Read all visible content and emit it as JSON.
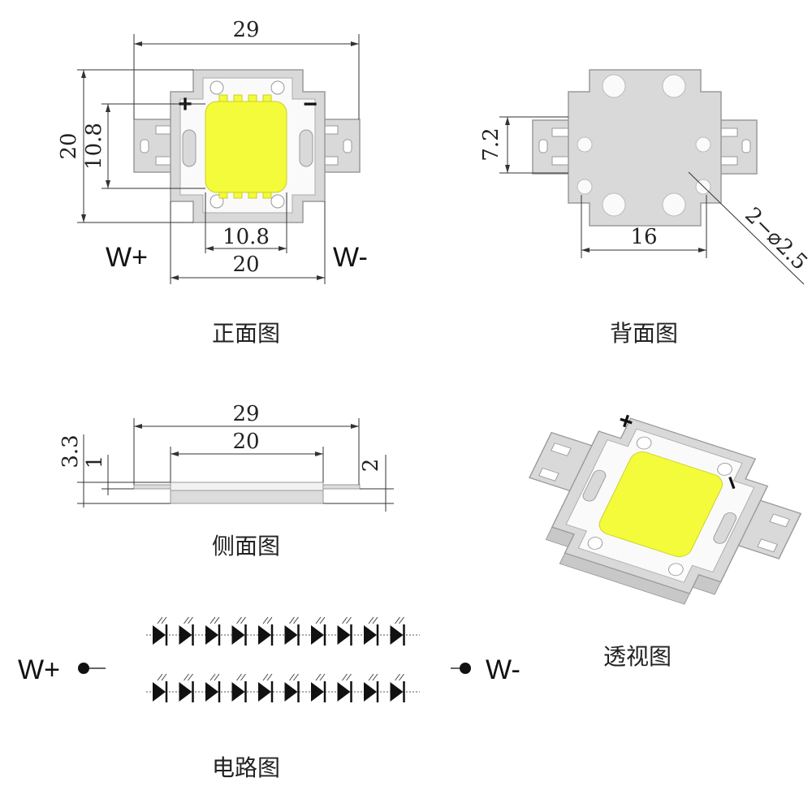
{
  "front_view": {
    "caption": "正面图",
    "dim_width_total": "29",
    "dim_height_total": "20",
    "dim_chip_height": "10.8",
    "dim_chip_width": "10.8",
    "dim_body_width": "20",
    "label_positive": "W+",
    "label_negative": "W-",
    "sign_plus": "+",
    "sign_minus": "−"
  },
  "back_view": {
    "caption": "背面图",
    "dim_hole_offset": "7.2",
    "dim_hole_spacing": "16",
    "dim_hole_spec": "2−⌀2.5"
  },
  "side_view": {
    "caption": "侧面图",
    "dim_total_length": "29",
    "dim_body_length": "20",
    "dim_total_height": "3.3",
    "dim_pin_height": "1",
    "dim_body_height": "2"
  },
  "perspective_view": {
    "caption": "透视图",
    "sign_plus": "+",
    "sign_minus": "−"
  },
  "circuit": {
    "caption": "电路图",
    "label_positive": "W+",
    "label_negative": "W-",
    "strings": 2,
    "leds_per_string": 10
  },
  "colors": {
    "chip": "#f4fb3a",
    "plate": "#d9d9d9"
  }
}
